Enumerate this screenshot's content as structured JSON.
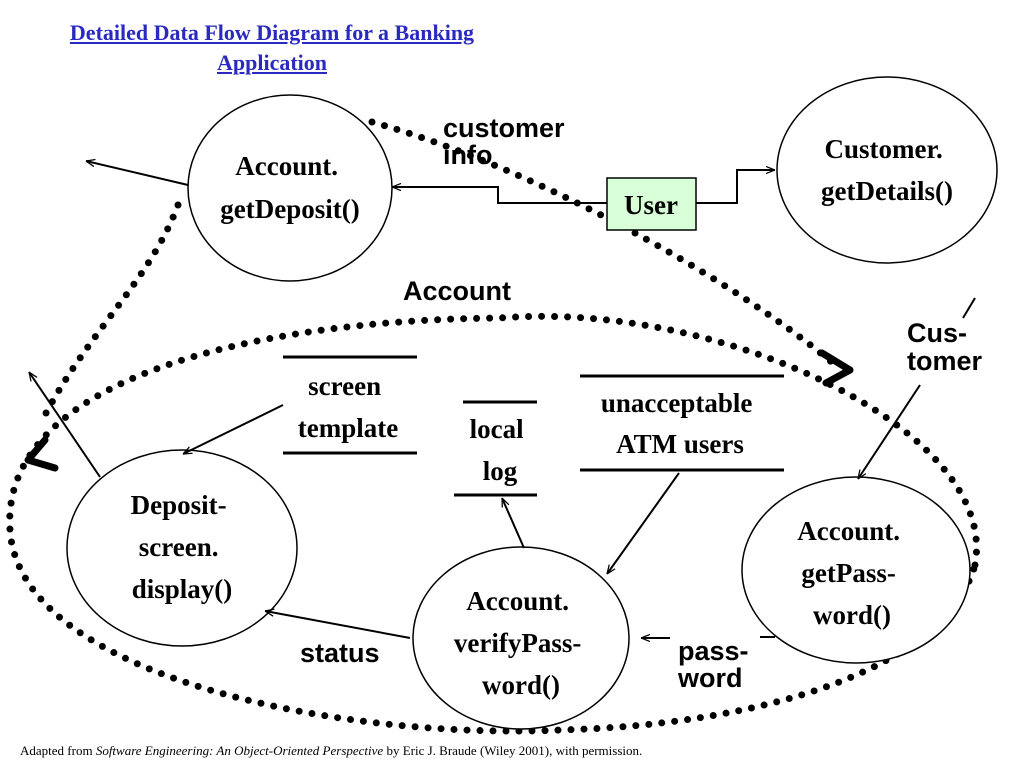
{
  "title": "Detailed Data Flow Diagram for a Banking Application",
  "processes": {
    "get_deposit": [
      "Account.",
      "getDeposit()"
    ],
    "customer_get_details": [
      "Customer.",
      "getDetails()"
    ],
    "deposit_screen_display": [
      "Deposit-",
      "screen.",
      "display()"
    ],
    "verify_password": [
      "Account.",
      "verifyPass-",
      "word()"
    ],
    "get_password": [
      "Account.",
      "getPass-",
      "word()"
    ]
  },
  "external_entity": "User",
  "data_stores": {
    "screen_template": [
      "screen",
      "template"
    ],
    "local_log": [
      "local",
      "log"
    ],
    "unacceptable_atm_users": [
      "unacceptable",
      "ATM users"
    ]
  },
  "flow_labels": {
    "customer_info": [
      "customer",
      "info"
    ],
    "account": "Account",
    "customer": [
      "Cus-",
      "tomer"
    ],
    "status": "status",
    "password": [
      "pass-",
      "word"
    ]
  },
  "footer": {
    "prefix": "Adapted from ",
    "book": "Software Engineering: An Object-Oriented Perspective",
    "suffix": " by Eric J. Braude (Wiley 2001), with permission."
  }
}
